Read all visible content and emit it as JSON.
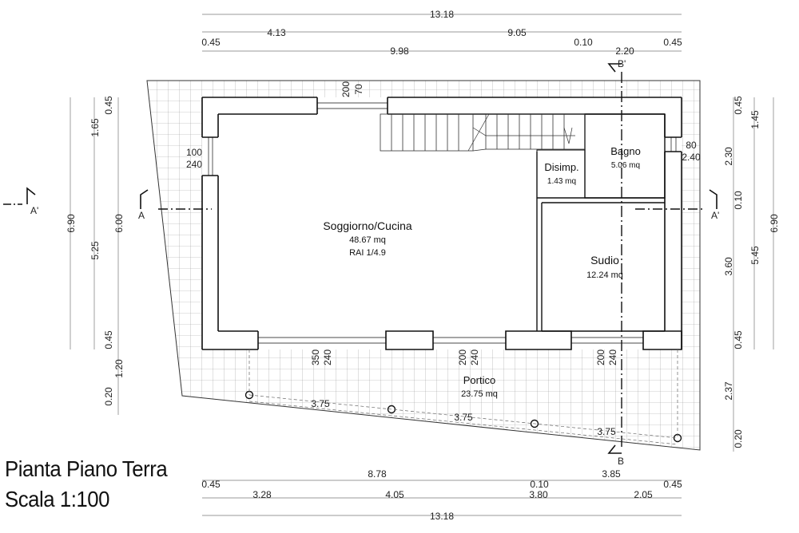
{
  "title": {
    "line1": "Pianta Piano Terra",
    "line2": "Scala 1:100"
  },
  "rooms": {
    "soggiorno": {
      "name": "Soggiorno/Cucina",
      "area": "48.67 mq",
      "rai": "RAI 1/4.9"
    },
    "disimpegno": {
      "name": "Disimp.",
      "area": "1.43 mq"
    },
    "bagno": {
      "name": "Bagno",
      "area": "5.06 mq"
    },
    "studio": {
      "name": "Sudio",
      "area": "12.24 mq"
    },
    "portico": {
      "name": "Portico",
      "area": "23.75 mq"
    }
  },
  "dimensions": {
    "top_total": "13.18",
    "top_row2": [
      "0.45",
      "4.13",
      "9.05",
      "0.10",
      "2.20",
      "0.45"
    ],
    "top_row3": "9.98",
    "bottom_row1": [
      "0.45",
      "8.78",
      "0.10",
      "3.85",
      "0.45"
    ],
    "bottom_row2": [
      "3.28",
      "4.05",
      "3.80",
      "2.05"
    ],
    "bottom_total": "13.18",
    "left_outer": "6.90",
    "left_col2": [
      "1.65",
      "5.25",
      "1.20"
    ],
    "left_col3": [
      "0.45",
      "6.00",
      "0.45",
      "0.20"
    ],
    "right_col1": [
      "0.45",
      "2.30",
      "0.10",
      "3.60",
      "0.45",
      "2.37",
      "0.20"
    ],
    "right_col2": [
      "1.45",
      "5.45"
    ],
    "right_outer": "6.90",
    "portico_spans": [
      "3.75",
      "3.75",
      "3.75"
    ]
  },
  "openings": {
    "top_window": [
      "200",
      "70"
    ],
    "left_window": [
      "100",
      "240"
    ],
    "right_window": [
      "80",
      "2.40"
    ],
    "bottom_door1": [
      "350",
      "240"
    ],
    "bottom_door2": [
      "200",
      "240"
    ],
    "bottom_door3": [
      "200",
      "240"
    ]
  },
  "sections": {
    "a_left": "A",
    "a_right": "A'",
    "a_far_left": "A'",
    "b_top": "B'",
    "b_bottom": "B"
  }
}
